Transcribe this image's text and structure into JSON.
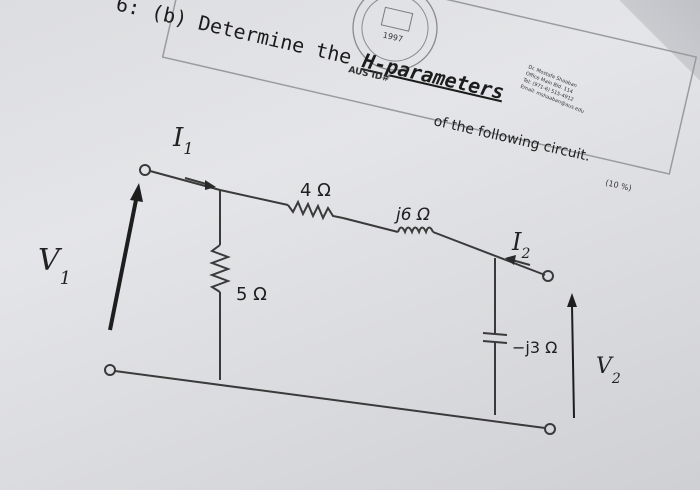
{
  "question": {
    "number": "6:",
    "part": "(b)",
    "before": "Determine the",
    "highlight": "H-parameters",
    "after": "of the following circuit.",
    "marks": "(10 %)"
  },
  "header": {
    "id_label": "AUS ID#",
    "seal_year": "1997"
  },
  "instructor": {
    "lines": [
      "Dr. Mostafa Shaaban",
      "Office Main Bld. 114",
      "Tel: (971-6) 515-4912",
      "Email: mshaaban@aus.edu"
    ]
  },
  "circuit": {
    "I1": "I",
    "I1_sub": "1",
    "V1": "V",
    "V1_sub": "1",
    "I2": "I",
    "I2_sub": "2",
    "V2": "V",
    "V2_sub": "2",
    "R_series": "4 Ω",
    "L_series": "j6 Ω",
    "R_shunt": "5 Ω",
    "C_shunt": "−j3 Ω"
  },
  "colors": {
    "paper": "#e2e3e6",
    "ink": "#2a2a2a"
  }
}
